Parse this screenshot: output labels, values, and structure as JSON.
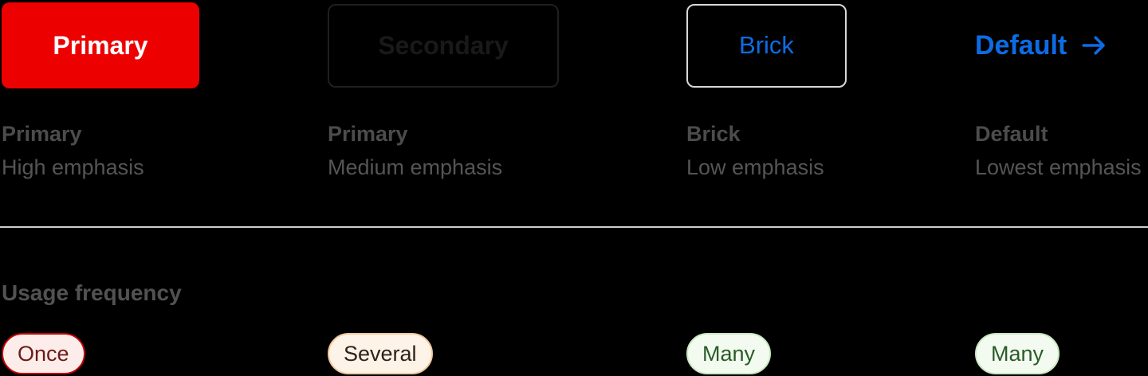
{
  "colors": {
    "accent_red": "#ED0000",
    "blue": "#0D6CE5",
    "page_bg": "#000000",
    "divider": "#CFCFCF",
    "tag_once_border": "#C10000",
    "tag_several_border": "#F2C79E",
    "tag_many_border": "#CBE7C2"
  },
  "columns": [
    {
      "button": {
        "label": "Primary",
        "variant": "primary-filled"
      },
      "title": "Primary",
      "subtitle": "High emphasis",
      "tag": {
        "label": "Once",
        "variant": "red"
      }
    },
    {
      "button": {
        "label": "Secondary",
        "variant": "secondary-outline"
      },
      "title": "Primary",
      "subtitle": "Medium emphasis",
      "tag": {
        "label": "Several",
        "variant": "orange"
      }
    },
    {
      "button": {
        "label": "Brick",
        "variant": "brick-outline"
      },
      "title": "Brick",
      "subtitle": "Low emphasis",
      "tag": {
        "label": "Many",
        "variant": "green"
      }
    },
    {
      "button": {
        "label": "Default",
        "variant": "text-link-arrow",
        "icon": "arrow-right-icon"
      },
      "title": "Default",
      "subtitle": "Lowest emphasis",
      "tag": {
        "label": "Many",
        "variant": "green"
      }
    }
  ],
  "usage": {
    "heading": "Usage frequency"
  }
}
